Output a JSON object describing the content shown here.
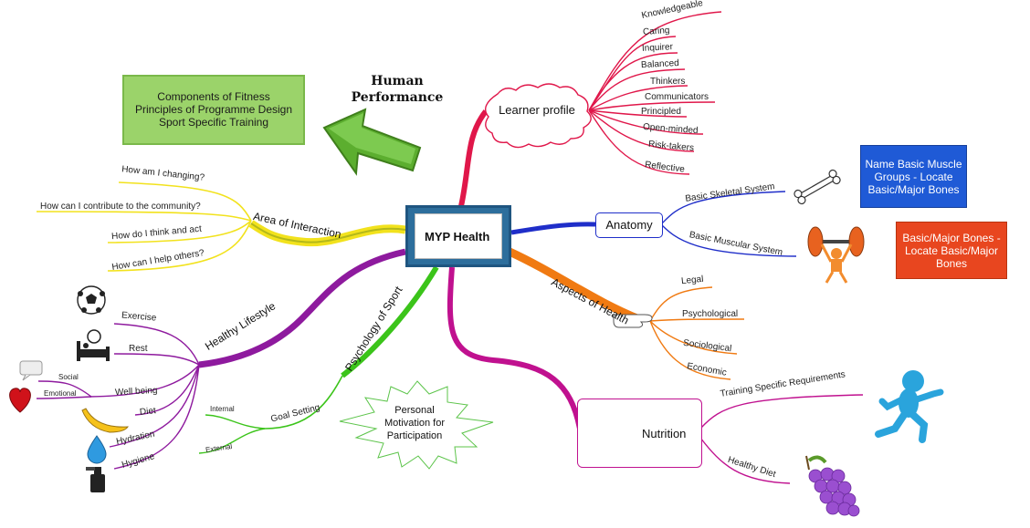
{
  "central": {
    "label": "MYP Health"
  },
  "headline": {
    "line1": "Human",
    "line2": "Performance"
  },
  "components_box": {
    "lines": [
      "Components of Fitness",
      "Principles of Programme Design",
      "Sport Specific Training"
    ]
  },
  "learner_profile": {
    "label": "Learner profile",
    "items": [
      "Knowledgeable",
      "Caring",
      "Inquirer",
      "Balanced",
      "Thinkers",
      "Communicators",
      "Principled",
      "Open-minded",
      "Risk-takers",
      "Reflective"
    ]
  },
  "anatomy": {
    "label": "Anatomy",
    "skeletal": "Basic Skeletal System",
    "muscular": "Basic Muscular System",
    "blue_note": {
      "lines": [
        "Name Basic Muscle",
        "Groups - Locate",
        "Basic/Major Bones"
      ]
    },
    "red_note": {
      "lines": [
        "Basic/Major Bones -",
        "Locate Basic/Major",
        "Bones"
      ]
    }
  },
  "aspects": {
    "label": "Aspects of Health",
    "items": [
      "Legal",
      "Psychological",
      "Sociological",
      "Economic"
    ]
  },
  "nutrition": {
    "label": "Nutrition",
    "items": [
      "Training Specific Requirements",
      "Healthy Diet"
    ]
  },
  "psychology": {
    "label": "Psychology of Sport",
    "goal": "Goal Setting",
    "goal_items": [
      "Internal",
      "External"
    ],
    "burst": {
      "lines": [
        "Personal",
        "Motivation for",
        "Participation"
      ]
    }
  },
  "healthy_lifestyle": {
    "label": "Healthy Lifestyle",
    "items": [
      "Exercise",
      "Rest",
      "Well being",
      "Diet",
      "Hydration",
      "Hygiene"
    ],
    "wellbeing_items": [
      "Social",
      "Emotional"
    ]
  },
  "area_of_interaction": {
    "label": "Area of Interaction",
    "items": [
      "How am I changing?",
      "How can I contribute to the community?",
      "How do I think and act",
      "How can I help others?"
    ]
  },
  "colors": {
    "learner": "#e0174a",
    "anatomy": "#1f2ec9",
    "aspects": "#f07a12",
    "nutrition": "#c0118f",
    "psychology": "#3bc41a",
    "lifestyle": "#8e1a9e",
    "interaction": "#f2e21d"
  }
}
